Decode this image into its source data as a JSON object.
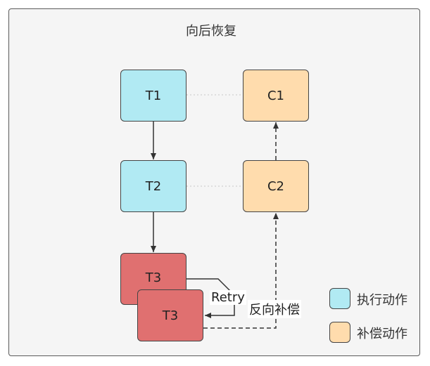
{
  "diagram": {
    "title": "向后恢复",
    "nodes": {
      "t1": "T1",
      "t2": "T2",
      "t3_back": "T3",
      "t3_front": "T3",
      "c1": "C1",
      "c2": "C2"
    },
    "edge_labels": {
      "retry": "Retry",
      "reverse": "反向补偿"
    },
    "legend": {
      "exec_label": "执行动作",
      "comp_label": "补偿动作"
    },
    "colors": {
      "exec": "#b1eaf3",
      "comp": "#ffdcad",
      "fail": "#e07070"
    }
  }
}
